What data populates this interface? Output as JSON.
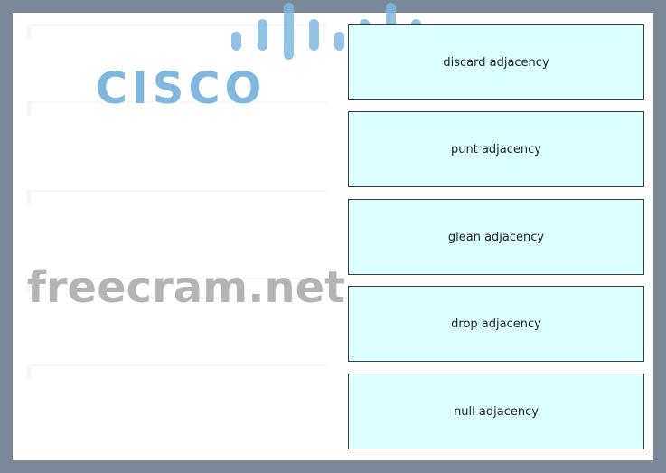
{
  "question": {
    "type": "drag-and-drop",
    "options": [
      {
        "label": "discard adjacency"
      },
      {
        "label": "punt adjacency"
      },
      {
        "label": "glean adjacency"
      },
      {
        "label": "drop adjacency"
      },
      {
        "label": "null adjacency"
      }
    ],
    "target_slots": 5
  },
  "logo": {
    "text": "CISCO",
    "color": "#7fb7df",
    "icon": "cisco-bridge-bars-icon"
  },
  "watermark": {
    "text": "freecram.net",
    "color": "#b4b4b4"
  },
  "colors": {
    "background": "#7a8898",
    "panel": "#ffffff",
    "option_fill": "#dcffff",
    "option_border": "#3a3a3a"
  }
}
